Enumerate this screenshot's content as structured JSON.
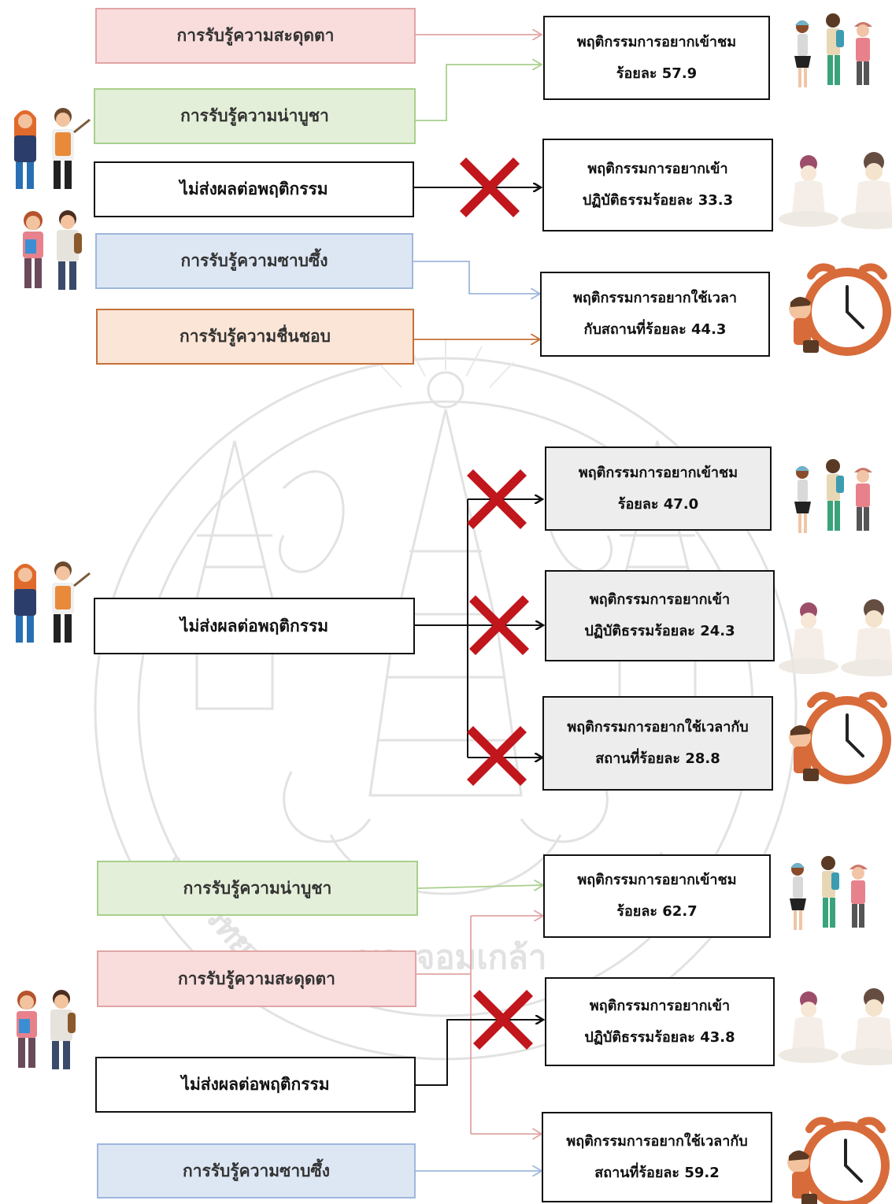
{
  "sections": [
    {
      "factors": [
        {
          "label": "การรับรู้ความสะดุดตา"
        },
        {
          "label": "การรับรู้ความน่าบูชา"
        },
        {
          "label": "ไม่ส่งผลต่อพฤติกรรม"
        },
        {
          "label": "การรับรู้ความซาบซึ้ง"
        },
        {
          "label": "การรับรู้ความชื่นชอบ"
        }
      ],
      "results": [
        {
          "line1": "พฤติกรรมการอยากเข้าชม",
          "line2": "ร้อยละ 57.9"
        },
        {
          "line1": "พฤติกรรมการอยากเข้า",
          "line2": "ปฏิบัติธรรมร้อยละ 33.3"
        },
        {
          "line1": "พฤติกรรมการอยากใช้เวลา",
          "line2": "กับสถานที่ร้อยละ 44.3"
        }
      ]
    },
    {
      "factors": [
        {
          "label": "ไม่ส่งผลต่อพฤติกรรม"
        }
      ],
      "results": [
        {
          "line1": "พฤติกรรมการอยากเข้าชม",
          "line2": "ร้อยละ 47.0"
        },
        {
          "line1": "พฤติกรรมการอยากเข้า",
          "line2": "ปฏิบัติธรรมร้อยละ 24.3"
        },
        {
          "line1": "พฤติกรรมการอยากใช้เวลากับ",
          "line2": "สถานที่ร้อยละ 28.8"
        }
      ]
    },
    {
      "factors": [
        {
          "label": "การรับรู้ความน่าบูชา"
        },
        {
          "label": "การรับรู้ความสะดุดตา"
        },
        {
          "label": "ไม่ส่งผลต่อพฤติกรรม"
        },
        {
          "label": "การรับรู้ความซาบซึ้ง"
        }
      ],
      "results": [
        {
          "line1": "พฤติกรรมการอยากเข้าชม",
          "line2": "ร้อยละ 62.7"
        },
        {
          "line1": "พฤติกรรมการอยากเข้า",
          "line2": "ปฏิบัติธรรมร้อยละ 43.8"
        },
        {
          "line1": "พฤติกรรมการอยากใช้เวลากับ",
          "line2": "สถานที่ร้อยละ 59.2"
        }
      ]
    }
  ],
  "watermark": {
    "arc_text": "มหาวิทยาลัยเทคโนโลยีพระจอมเกล้าเจ้าคุณทหารลาดกระบัง"
  },
  "colors": {
    "pink": "#e0a5a5",
    "green": "#a9cf8d",
    "blue": "#9fb7dc",
    "orange": "#c5703a",
    "cross": "#c0161c"
  }
}
